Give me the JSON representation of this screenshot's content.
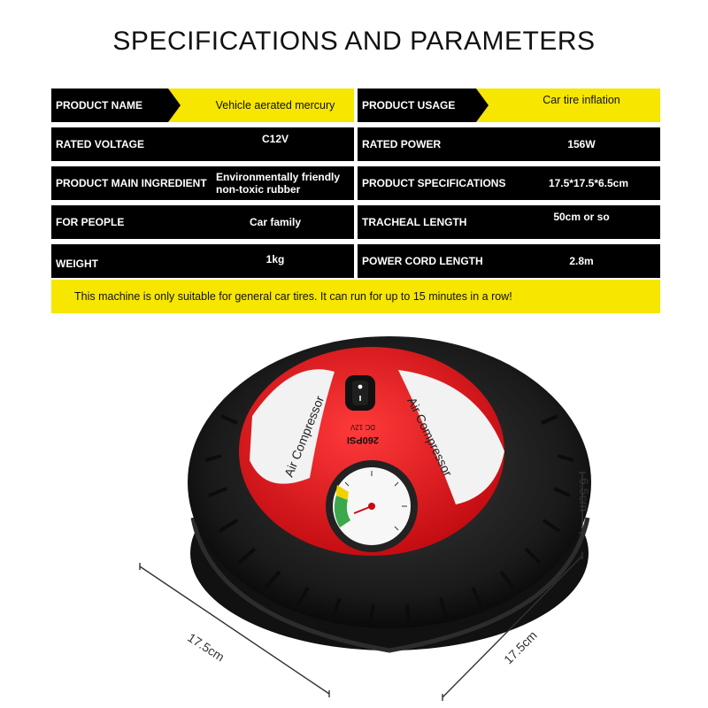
{
  "title": "SPECIFICATIONS AND PARAMETERS",
  "specs": {
    "rows": [
      [
        {
          "label": "PRODUCT NAME",
          "value": "Vehicle aerated mercury",
          "highlight": true
        },
        {
          "label": "PRODUCT USAGE",
          "value": "Car tire inflation",
          "highlight": true
        }
      ],
      [
        {
          "label": "RATED VOLTAGE",
          "value": "C12V",
          "highlight": false
        },
        {
          "label": "RATED POWER",
          "value": "156W",
          "highlight": false
        }
      ],
      [
        {
          "label": "PRODUCT MAIN INGREDIENT",
          "value": "Environmentally friendly non-toxic rubber",
          "highlight": false
        },
        {
          "label": "PRODUCT SPECIFICATIONS",
          "value": "17.5*17.5*6.5cm",
          "highlight": false
        }
      ],
      [
        {
          "label": "FOR PEOPLE",
          "value": "Car family",
          "highlight": false
        },
        {
          "label": "TRACHEAL LENGTH",
          "value": "50cm or so",
          "highlight": false
        }
      ],
      [
        {
          "label": "WEIGHT",
          "value": "1kg",
          "highlight": false
        },
        {
          "label": "POWER CORD LENGTH",
          "value": "2.8m",
          "highlight": false
        }
      ]
    ]
  },
  "note": "This machine is only suitable for general car tires. It can run for up to 15 minutes in a row!",
  "product": {
    "face_text_left": "Air Compressor",
    "face_text_right": "Air Compressor",
    "psi_label": "260PSI",
    "voltage_label": "DC 12V"
  },
  "dimensions": {
    "width": "17.5cm",
    "depth": "17.5cm",
    "height": "6.5cm"
  },
  "colors": {
    "accent_yellow": "#f6e600",
    "cell_black": "#000000",
    "body_red": "#e0161b"
  }
}
